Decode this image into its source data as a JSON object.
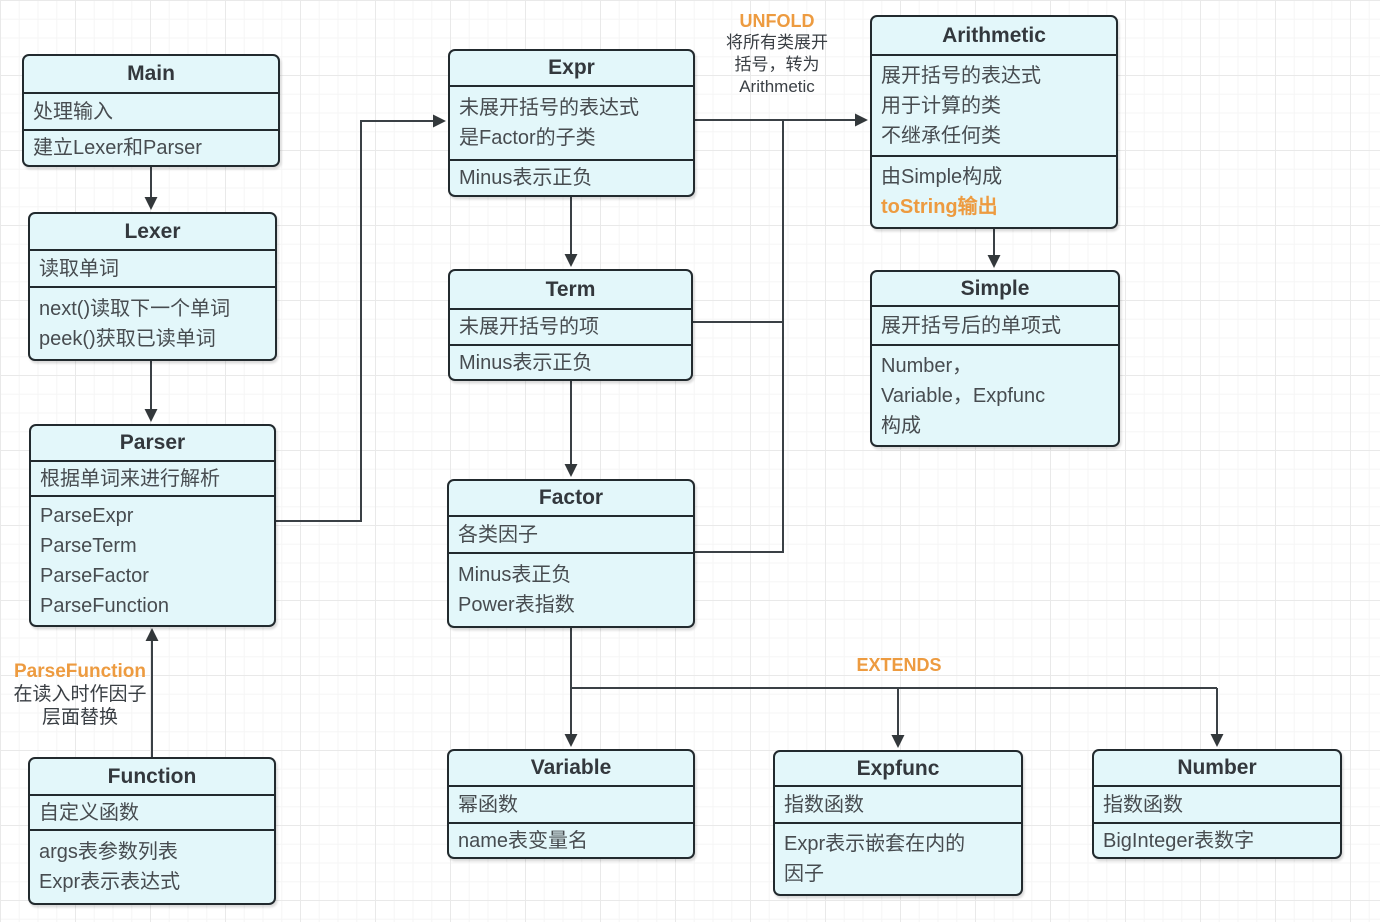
{
  "colors": {
    "accent_orange": "#ED9B40",
    "box_fill": "#E3F7FA",
    "box_border": "#222A2E",
    "arrow": "#3A4045"
  },
  "nodes": {
    "main": {
      "title": "Main",
      "row1": [
        "处理输入"
      ],
      "row2": [
        "建立Lexer和Parser"
      ]
    },
    "lexer": {
      "title": "Lexer",
      "row1": [
        "读取单词"
      ],
      "row2": [
        "next()读取下一个单词",
        "peek()获取已读单词"
      ]
    },
    "parser": {
      "title": "Parser",
      "row1": [
        "根据单词来进行解析"
      ],
      "row2": [
        "ParseExpr",
        "ParseTerm",
        "ParseFactor",
        "ParseFunction"
      ]
    },
    "function": {
      "title": "Function",
      "row1": [
        "自定义函数"
      ],
      "row2": [
        "args表参数列表",
        "Expr表示表达式"
      ]
    },
    "expr": {
      "title": "Expr",
      "row1": [
        "未展开括号的表达式",
        "是Factor的子类"
      ],
      "row2": [
        "Minus表示正负"
      ]
    },
    "term": {
      "title": "Term",
      "row1": [
        "未展开括号的项"
      ],
      "row2": [
        "Minus表示正负"
      ]
    },
    "factor": {
      "title": "Factor",
      "row1": [
        "各类因子"
      ],
      "row2": [
        "Minus表正负",
        "Power表指数"
      ]
    },
    "arithmetic": {
      "title": "Arithmetic",
      "row1": [
        "展开括号的表达式",
        "用于计算的类",
        "不继承任何类"
      ],
      "row2": [
        "由Simple构成",
        "toString输出"
      ]
    },
    "simple": {
      "title": "Simple",
      "row1": [
        "展开括号后的单项式"
      ],
      "row2": [
        "Number，",
        "Variable，Expfunc",
        "构成"
      ]
    },
    "variable": {
      "title": "Variable",
      "row1": [
        "幂函数"
      ],
      "row2": [
        "name表变量名"
      ]
    },
    "expfunc": {
      "title": "Expfunc",
      "row1": [
        "指数函数"
      ],
      "row2": [
        "Expr表示嵌套在内的",
        "因子"
      ]
    },
    "number": {
      "title": "Number",
      "row1": [
        "指数函数"
      ],
      "row2": [
        "BigInteger表数字"
      ]
    }
  },
  "annotations": {
    "unfold": {
      "title": "UNFOLD",
      "line1": "将所有类展开",
      "line2": "括号，转为",
      "line3": "Arithmetic"
    },
    "parse_function": {
      "title": "ParseFunction",
      "line1": "在读入时作因子",
      "line2": "层面替换"
    },
    "extends": {
      "title": "EXTENDS"
    }
  }
}
